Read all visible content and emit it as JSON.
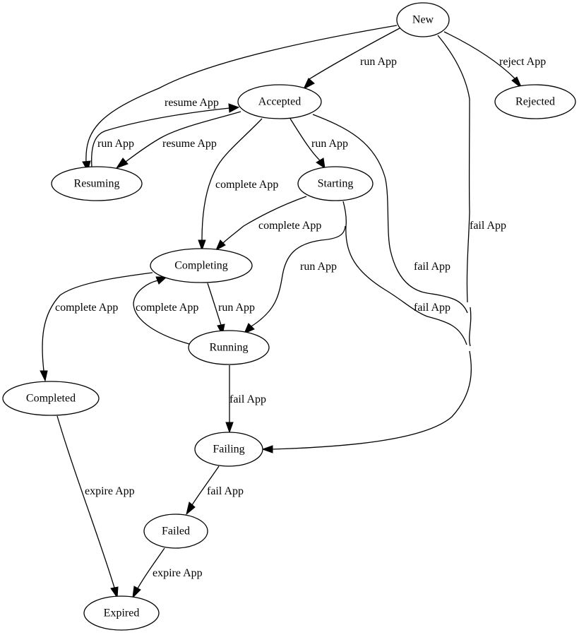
{
  "diagram": {
    "type": "state-machine",
    "nodes": [
      {
        "id": "new",
        "label": "New"
      },
      {
        "id": "accepted",
        "label": "Accepted"
      },
      {
        "id": "rejected",
        "label": "Rejected"
      },
      {
        "id": "resuming",
        "label": "Resuming"
      },
      {
        "id": "starting",
        "label": "Starting"
      },
      {
        "id": "completing",
        "label": "Completing"
      },
      {
        "id": "running",
        "label": "Running"
      },
      {
        "id": "completed",
        "label": "Completed"
      },
      {
        "id": "failing",
        "label": "Failing"
      },
      {
        "id": "failed",
        "label": "Failed"
      },
      {
        "id": "expired",
        "label": "Expired"
      }
    ],
    "edges": [
      {
        "id": "e1",
        "from": "new",
        "to": "accepted",
        "label": "run App"
      },
      {
        "id": "e2",
        "from": "new",
        "to": "rejected",
        "label": "reject App"
      },
      {
        "id": "e3",
        "from": "new",
        "to": "resuming",
        "label": "resume App"
      },
      {
        "id": "e4",
        "from": "new",
        "to": "failing",
        "label": "fail App"
      },
      {
        "id": "e5",
        "from": "resuming",
        "to": "accepted",
        "label": "run App"
      },
      {
        "id": "e6",
        "from": "accepted",
        "to": "resuming",
        "label": "resume App"
      },
      {
        "id": "e7",
        "from": "accepted",
        "to": "starting",
        "label": "run App"
      },
      {
        "id": "e8",
        "from": "accepted",
        "to": "completing",
        "label": "complete App"
      },
      {
        "id": "e9",
        "from": "accepted",
        "to": "failing",
        "label": "fail App"
      },
      {
        "id": "e10",
        "from": "starting",
        "to": "completing",
        "label": "complete App"
      },
      {
        "id": "e11",
        "from": "starting",
        "to": "running",
        "label": "run App"
      },
      {
        "id": "e12",
        "from": "starting",
        "to": "failing",
        "label": "fail App"
      },
      {
        "id": "e13",
        "from": "completing",
        "to": "running",
        "label": "run App"
      },
      {
        "id": "e14",
        "from": "running",
        "to": "completing",
        "label": "complete App"
      },
      {
        "id": "e15",
        "from": "completing",
        "to": "completed",
        "label": "complete App"
      },
      {
        "id": "e16",
        "from": "running",
        "to": "failing",
        "label": "fail App"
      },
      {
        "id": "e17",
        "from": "failing",
        "to": "failed",
        "label": "fail App"
      },
      {
        "id": "e18",
        "from": "completed",
        "to": "expired",
        "label": "expire App"
      },
      {
        "id": "e19",
        "from": "failed",
        "to": "expired",
        "label": "expire App"
      }
    ]
  }
}
